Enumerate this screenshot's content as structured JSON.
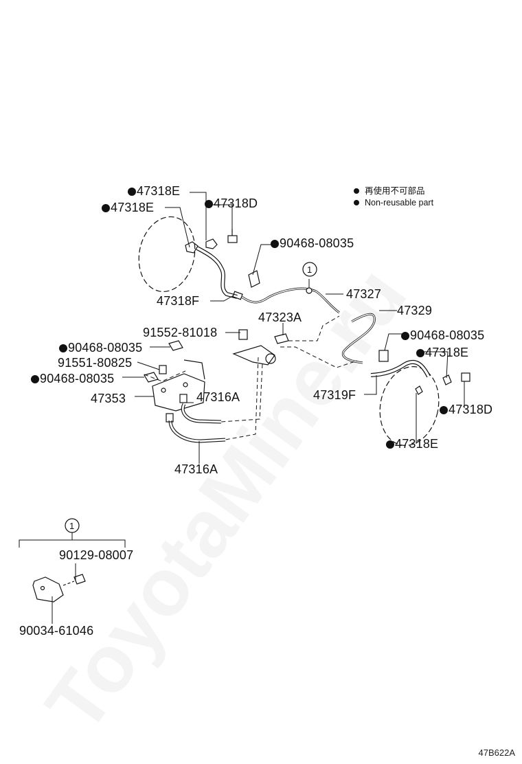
{
  "watermark": "ToyotaMine.ru",
  "legend": {
    "jp": "再使用不可部品",
    "en": "Non-reusable part"
  },
  "labels": {
    "p47318E_a": "47318E",
    "p47318E_b": "47318E",
    "p47318D_a": "47318D",
    "p90468_a": "90468-08035",
    "p47318F": "47318F",
    "p47327": "47327",
    "p47323A": "47323A",
    "p47329": "47329",
    "p91552": "91552-81018",
    "p90468_b": "90468-08035",
    "p90468_c": "90468-08035",
    "p91551": "91551-80825",
    "p90468_d": "90468-08035",
    "p47318E_c": "47318E",
    "p47353": "47353",
    "p47316A_a": "47316A",
    "p47319F": "47319F",
    "p47318D_b": "47318D",
    "p47318E_d": "47318E",
    "p47316A_b": "47316A",
    "p90129": "90129-08007",
    "p90034": "90034-61046"
  },
  "callout_top": "1",
  "callout_kit": "1",
  "diagram_code": "47B622A"
}
